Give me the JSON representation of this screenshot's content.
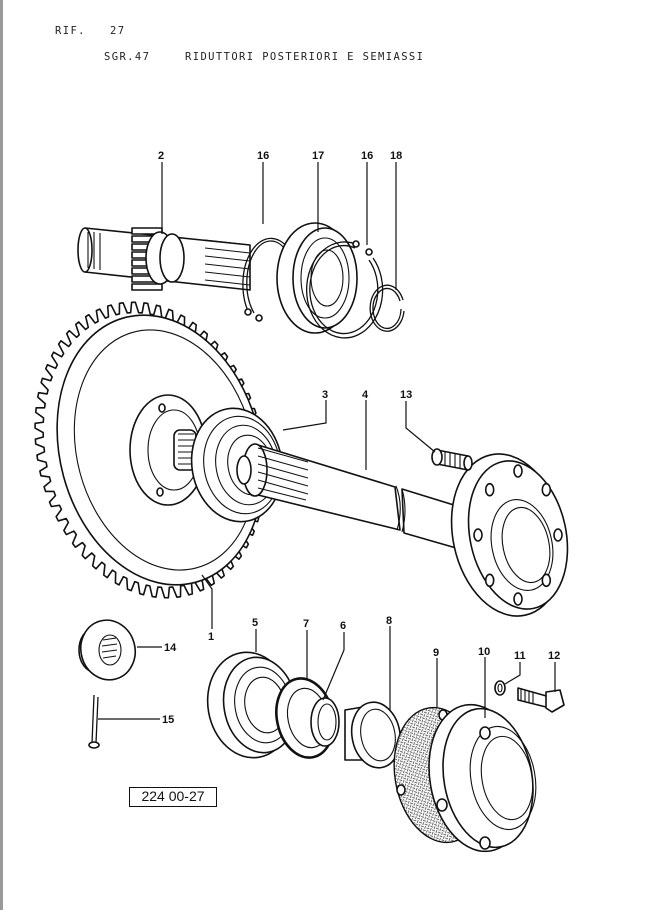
{
  "header": {
    "ref_label": "RIF.",
    "ref_number": "27",
    "group_code": "SGR.47",
    "group_title": "RIDUTTORI POSTERIORI E SEMIASSI"
  },
  "drawing_code": "224 00-27",
  "callouts": [
    {
      "id": "2",
      "part": "pinion-shaft"
    },
    {
      "id": "16",
      "part": "snap-ring-left"
    },
    {
      "id": "17",
      "part": "bearing-upper"
    },
    {
      "id": "16",
      "part": "snap-ring-right"
    },
    {
      "id": "18",
      "part": "circlip"
    },
    {
      "id": "3",
      "part": "bearing-gear"
    },
    {
      "id": "4",
      "part": "axle-shaft"
    },
    {
      "id": "13",
      "part": "wheel-stud"
    },
    {
      "id": "1",
      "part": "crown-gear"
    },
    {
      "id": "14",
      "part": "ring-nut"
    },
    {
      "id": "15",
      "part": "cotter-pin"
    },
    {
      "id": "5",
      "part": "bearing-lower"
    },
    {
      "id": "7",
      "part": "oil-seal"
    },
    {
      "id": "6",
      "part": "seal-ring"
    },
    {
      "id": "8",
      "part": "spacer"
    },
    {
      "id": "9",
      "part": "gasket"
    },
    {
      "id": "10",
      "part": "bearing-housing"
    },
    {
      "id": "11",
      "part": "washer"
    },
    {
      "id": "12",
      "part": "bolt"
    }
  ]
}
